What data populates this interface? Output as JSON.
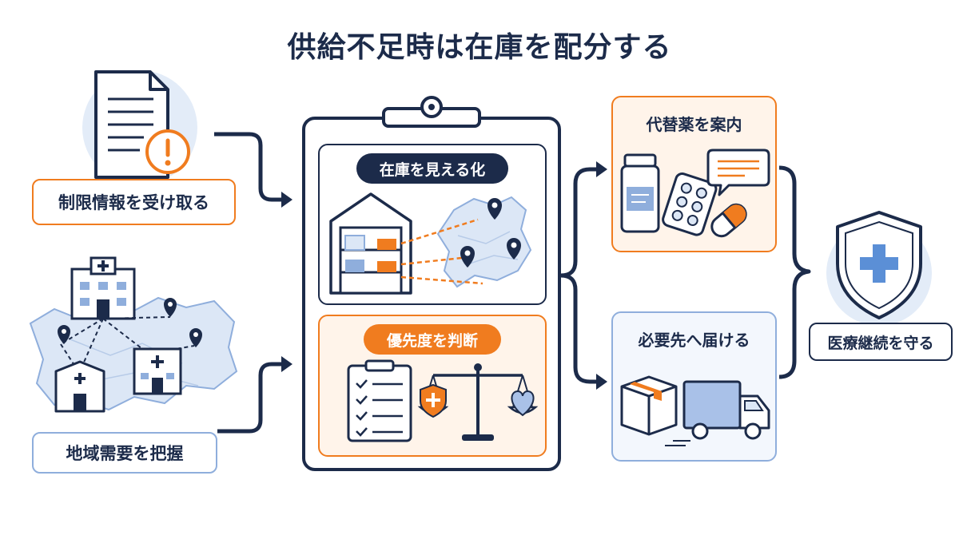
{
  "title": "供給不足時は在庫を配分する",
  "inputs": {
    "restriction_label": "制限情報を受け取る",
    "regional_label": "地域需要を把握"
  },
  "center": {
    "visualize_label": "在庫を見える化",
    "priority_label": "優先度を判断"
  },
  "outputs": {
    "alternative_label": "代替薬を案内",
    "deliver_label": "必要先へ届ける"
  },
  "result": {
    "label": "医療継続を守る"
  },
  "colors": {
    "navy": "#1c2b4a",
    "orange": "#f07c1f",
    "light_blue": "#dce7f6",
    "mid_blue": "#8faedc",
    "panel_orange_bg": "#fff4ea"
  }
}
